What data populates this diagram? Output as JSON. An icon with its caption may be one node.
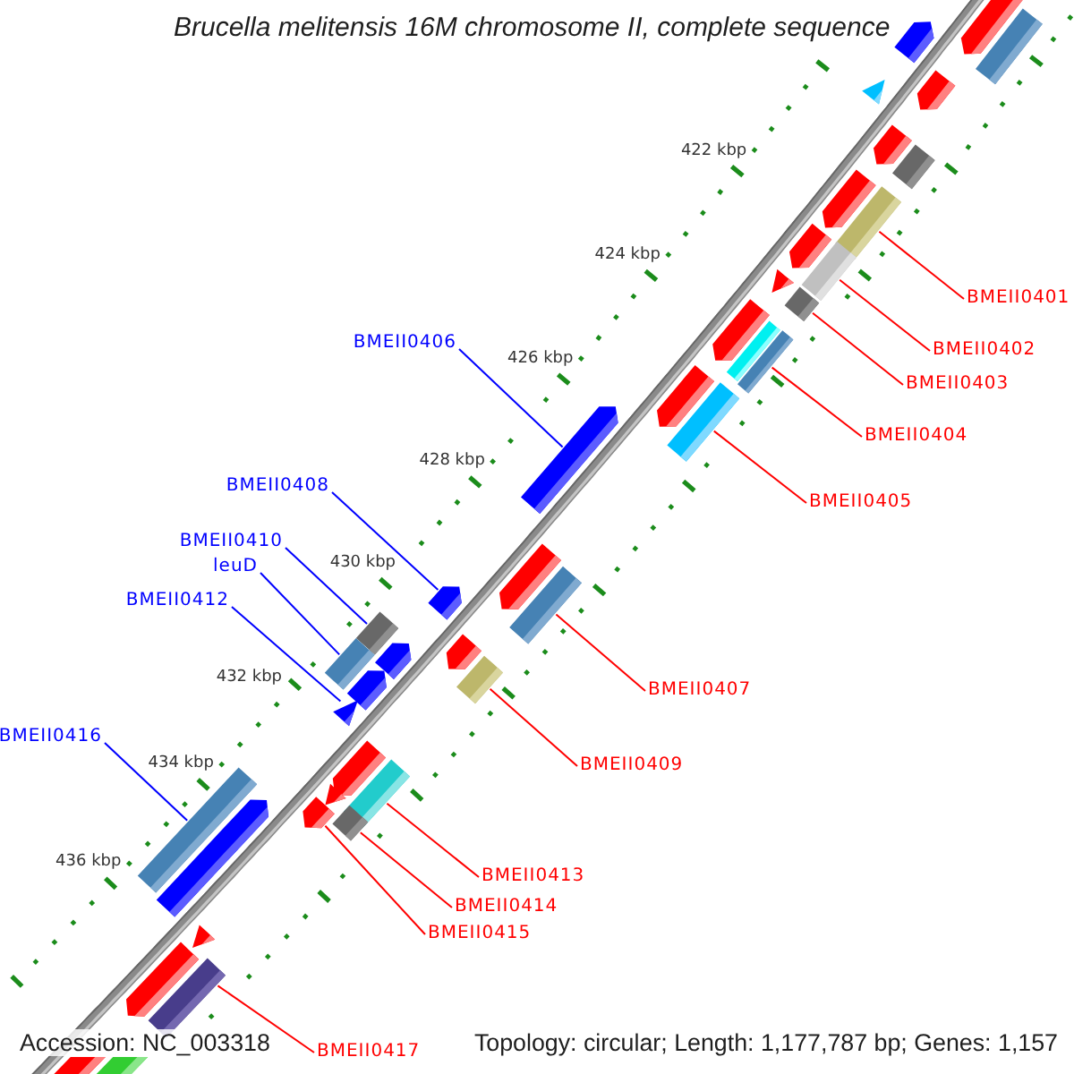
{
  "diagram": {
    "title": "Brucella melitensis 16M chromosome II, complete sequence",
    "nodes": [
      {
        "text": [
          "BMEII0401"
        ]
      },
      {
        "text": [
          "BMEII0406"
        ]
      },
      {
        "text": [
          "BMEII0402"
        ]
      },
      {
        "text": [
          "BMEII0403"
        ]
      },
      {
        "text": [
          "BMEII0404"
        ]
      },
      {
        "text": [
          "BMEII0408"
        ]
      },
      {
        "text": [
          "BMEII0405"
        ]
      },
      {
        "text": [
          "BMEII0410"
        ]
      },
      {
        "text": [
          "leuD"
        ]
      },
      {
        "text": [
          "BMEII0412"
        ]
      },
      {
        "text": [
          "BMEII0407"
        ]
      },
      {
        "text": [
          "BMEII0416"
        ]
      },
      {
        "text": [
          "BMEII0409"
        ]
      },
      {
        "text": [
          "BMEII0413"
        ]
      },
      {
        "text": [
          "BMEII0414"
        ]
      },
      {
        "text": [
          "BMEII0415"
        ]
      },
      {
        "text": [
          "BMEII0417"
        ]
      },
      {
        "text": [],
        "shape": "arrow"
      },
      {
        "text": [],
        "shape": "arrow"
      },
      {
        "text": [],
        "shape": "bar"
      },
      {
        "text": [],
        "shape": "arrow"
      },
      {
        "text": [],
        "shape": "arrow"
      },
      {
        "text": [],
        "shape": "arrow"
      },
      {
        "text": [],
        "shape": "bar"
      },
      {
        "text": [],
        "shape": "arrow"
      },
      {
        "text": [],
        "shape": "bar"
      },
      {
        "text": [],
        "shape": "arrow"
      },
      {
        "text": [],
        "shape": "bar"
      },
      {
        "text": [],
        "shape": "arrow"
      },
      {
        "text": [],
        "shape": "bar"
      },
      {
        "text": [],
        "shape": "arrow"
      },
      {
        "text": [],
        "shape": "bar"
      },
      {
        "text": [],
        "shape": "bar"
      },
      {
        "text": [],
        "shape": "arrow"
      },
      {
        "text": [],
        "shape": "bar"
      },
      {
        "text": [],
        "shape": "arrow"
      },
      {
        "text": [],
        "shape": "arrow"
      },
      {
        "text": [],
        "shape": "arrow"
      },
      {
        "text": [],
        "shape": "bar"
      },
      {
        "text": [],
        "shape": "bar"
      },
      {
        "text": [],
        "shape": "arrow"
      },
      {
        "text": [],
        "shape": "arrow"
      },
      {
        "text": [],
        "shape": "bar"
      },
      {
        "text": [],
        "shape": "bar"
      },
      {
        "text": [],
        "shape": "arrow"
      },
      {
        "text": [],
        "shape": "arrow"
      },
      {
        "text": [],
        "shape": "arrow"
      },
      {
        "text": [],
        "shape": "bar"
      },
      {
        "text": [],
        "shape": "arrow"
      },
      {
        "text": [],
        "shape": "arrow"
      },
      {
        "text": [],
        "shape": "bar"
      },
      {
        "text": [],
        "shape": "bar"
      },
      {
        "text": [],
        "shape": "arrow"
      },
      {
        "text": [],
        "shape": "arrow"
      },
      {
        "text": [],
        "shape": "arrow"
      },
      {
        "text": [],
        "shape": "bar"
      },
      {
        "text": [],
        "shape": "arrow"
      },
      {
        "text": [],
        "shape": "bar"
      }
    ],
    "edges": [
      {
        "from": 0,
        "to": 25,
        "arrow": "none"
      },
      {
        "from": 1,
        "to": 35,
        "arrow": "none",
        "color": "#0000ff"
      },
      {
        "from": 2,
        "to": 27,
        "arrow": "none"
      },
      {
        "from": 3,
        "to": 29,
        "arrow": "none"
      },
      {
        "from": 4,
        "to": 32,
        "arrow": "none"
      },
      {
        "from": 5,
        "to": 37,
        "arrow": "none",
        "color": "#0000ff"
      },
      {
        "from": 6,
        "to": 34,
        "arrow": "none"
      },
      {
        "from": 7,
        "to": 39,
        "arrow": "none",
        "color": "#0000ff"
      },
      {
        "from": 8,
        "to": 42,
        "arrow": "none",
        "color": "#0000ff"
      },
      {
        "from": 9,
        "to": 45,
        "arrow": "none",
        "color": "#0000ff"
      },
      {
        "from": 10,
        "to": 38,
        "arrow": "none"
      },
      {
        "from": 11,
        "to": 51,
        "arrow": "none",
        "color": "#0000ff"
      },
      {
        "from": 12,
        "to": 43,
        "arrow": "none"
      },
      {
        "from": 13,
        "to": 47,
        "arrow": "none"
      },
      {
        "from": 14,
        "to": 50,
        "arrow": "none"
      },
      {
        "from": 15,
        "to": 49,
        "arrow": "none"
      },
      {
        "from": 16,
        "to": 55,
        "arrow": "none"
      }
    ],
    "labels": [
      "422 kbp",
      "424 kbp",
      "426 kbp",
      "428 kbp",
      "430 kbp",
      "432 kbp",
      "434 kbp",
      "436 kbp",
      "Accession: NC_003318",
      "Topology: circular; Length: 1,177,787 bp; Genes: 1,157"
    ]
  }
}
